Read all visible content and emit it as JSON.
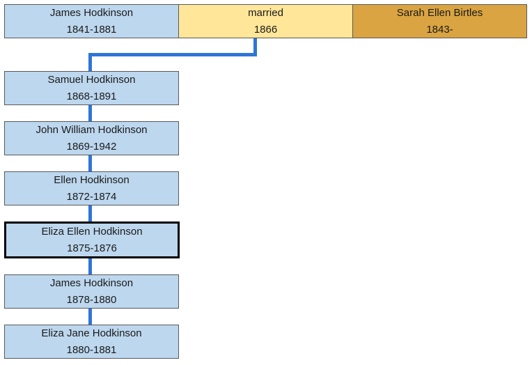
{
  "father": {
    "name": "James Hodkinson",
    "years": "1841-1881"
  },
  "marriage": {
    "label": "married",
    "year": "1866"
  },
  "mother": {
    "name": "Sarah Ellen Birtles",
    "years": "1843-"
  },
  "children": [
    {
      "name": "Samuel Hodkinson",
      "years": "1868-1891"
    },
    {
      "name": "John William Hodkinson",
      "years": "1869-1942"
    },
    {
      "name": "Ellen Hodkinson",
      "years": "1872-1874"
    },
    {
      "name": "Eliza Ellen Hodkinson",
      "years": "1875-1876"
    },
    {
      "name": "James Hodkinson",
      "years": "1878-1880"
    },
    {
      "name": "Eliza Jane Hodkinson",
      "years": "1880-1881"
    }
  ],
  "colors": {
    "person_fill": "#bdd7ee",
    "marriage_fill": "#ffe699",
    "spouse_fill": "#d9a441",
    "connector": "#2e75d6",
    "selected_border": "#000000"
  }
}
